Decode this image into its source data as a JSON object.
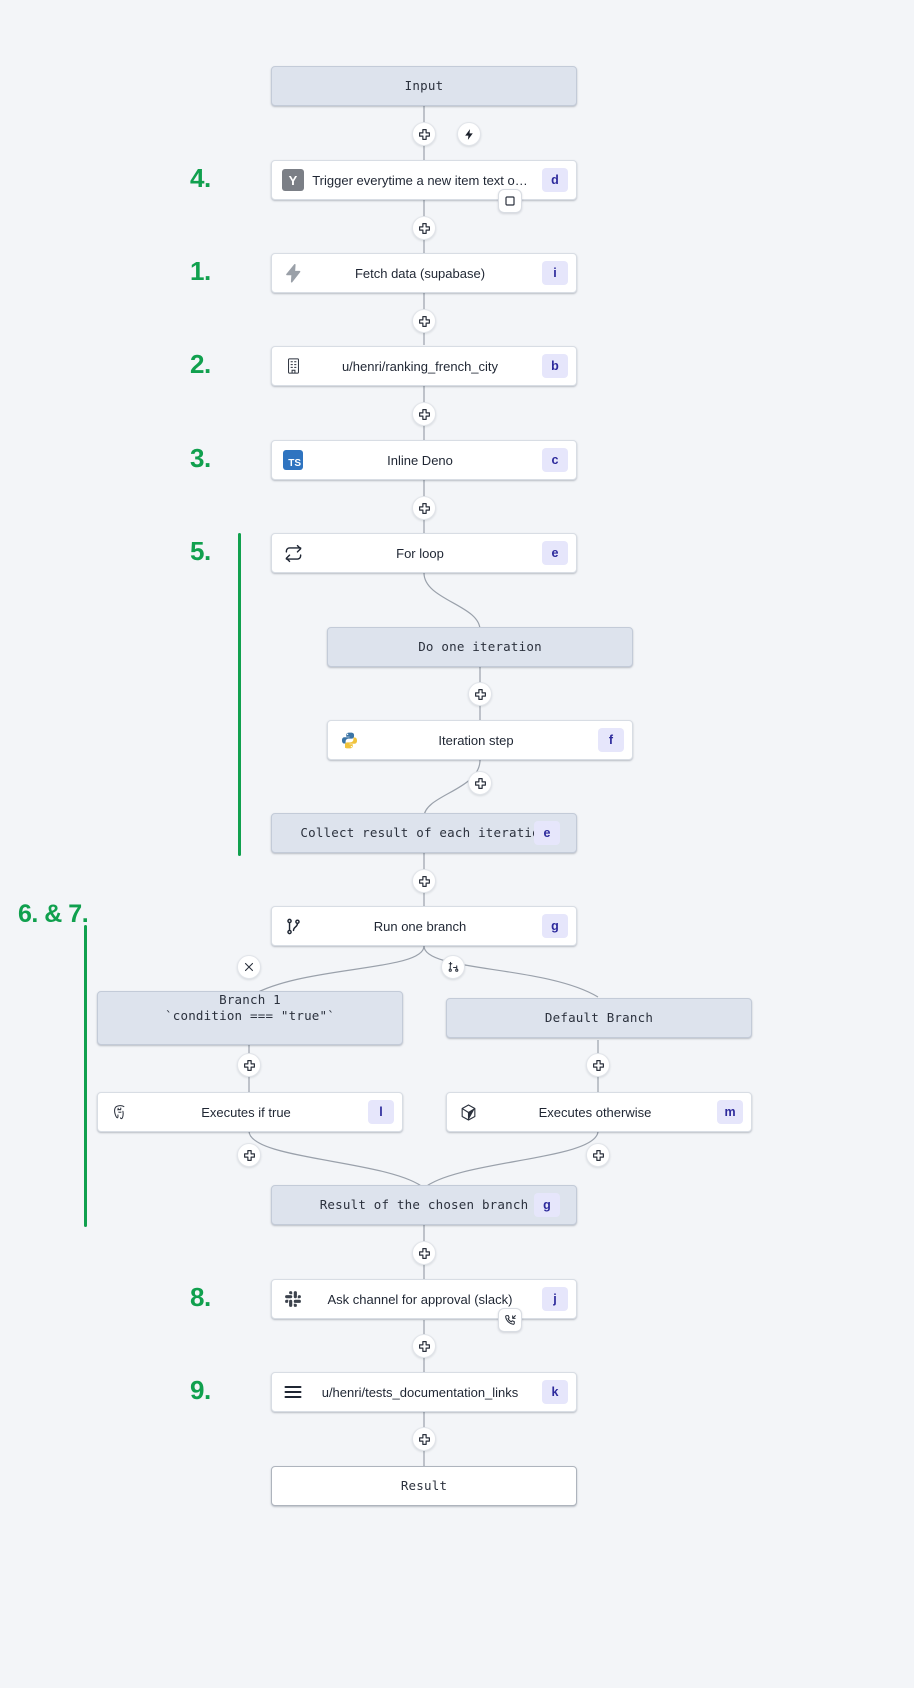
{
  "theme": {
    "background": "#f3f5f8",
    "accent_green": "#10a04e",
    "frame_fill": "#dde3ed",
    "badge_bg": "#e6e6fb",
    "badge_text": "#2d2a9c"
  },
  "flow": {
    "input_node": {
      "label": "Input"
    },
    "result_node": {
      "label": "Result"
    },
    "nodes": [
      {
        "id": "trigger",
        "label": "Trigger everytime a new item text o…",
        "badge": "d",
        "icon": "yaml-icon",
        "step": "4."
      },
      {
        "id": "fetch",
        "label": "Fetch data (supabase)",
        "badge": "i",
        "icon": "supabase-icon",
        "step": "1."
      },
      {
        "id": "ranking",
        "label": "u/henri/ranking_french_city",
        "badge": "b",
        "icon": "grid-app-icon",
        "step": "2."
      },
      {
        "id": "deno",
        "label": "Inline Deno",
        "badge": "c",
        "icon": "typescript-icon",
        "step": "3."
      },
      {
        "id": "forloop",
        "label": "For loop",
        "badge": "e",
        "icon": "loop-icon",
        "step": "5."
      },
      {
        "id": "iterstep",
        "label": "Iteration step",
        "badge": "f",
        "icon": "python-icon",
        "step": ""
      },
      {
        "id": "branchall",
        "label": "Run one branch",
        "badge": "g",
        "icon": "branch-icon",
        "step": "6. & 7."
      },
      {
        "id": "iftrue",
        "label": "Executes if true",
        "badge": "l",
        "icon": "postgres-icon",
        "step": ""
      },
      {
        "id": "otherwise",
        "label": "Executes otherwise",
        "badge": "m",
        "icon": "docker-icon",
        "step": ""
      },
      {
        "id": "slack",
        "label": "Ask channel for approval (slack)",
        "badge": "j",
        "icon": "slack-icon",
        "step": "8."
      },
      {
        "id": "docs",
        "label": "u/henri/tests_documentation_links",
        "badge": "k",
        "icon": "menu-lines-icon",
        "step": "9."
      }
    ],
    "frames": [
      {
        "id": "do-one-iteration",
        "label": "Do one iteration",
        "badge": ""
      },
      {
        "id": "collect-result",
        "label": "Collect result of each iteration",
        "badge": "e"
      },
      {
        "id": "branch-1",
        "label": "Branch 1\n`condition === \"true\"`",
        "badge": ""
      },
      {
        "id": "default-branch",
        "label": "Default Branch",
        "badge": ""
      },
      {
        "id": "result-chosen",
        "label": "Result of the chosen branch",
        "badge": "g"
      }
    ],
    "steps": [
      "1.",
      "2.",
      "3.",
      "4.",
      "5.",
      "6. & 7.",
      "8.",
      "9."
    ],
    "handles": {
      "plus": "plus-icon",
      "bolt": "bolt-icon",
      "close": "close-icon",
      "add_branch": "add-branch-icon",
      "stop": "stop-square-icon",
      "approval": "phone-incoming-icon"
    }
  }
}
